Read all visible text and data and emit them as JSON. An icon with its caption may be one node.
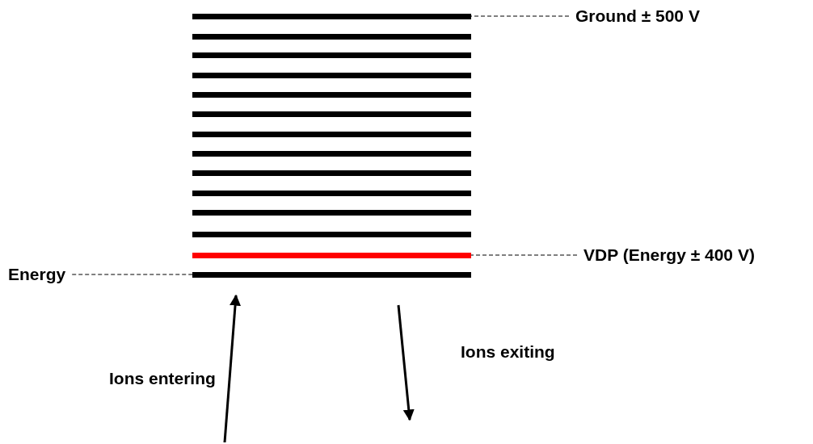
{
  "diagram": {
    "nodes": [
      {
        "text": [],
        "shape": "bar"
      },
      {
        "text": [
          "Ground ± 500 V"
        ]
      },
      {
        "text": [],
        "shape": "bar"
      },
      {
        "text": [
          "VDP (Energy ± 400 V)"
        ]
      },
      {
        "text": [
          "Energy"
        ]
      },
      {
        "text": [],
        "shape": "bar"
      }
    ],
    "edges": [
      {
        "from": 1,
        "to": 0,
        "arrow": "none",
        "style": "dashed"
      },
      {
        "from": 3,
        "to": 2,
        "arrow": "none",
        "style": "dashed"
      },
      {
        "from": 4,
        "to": 5,
        "arrow": "none",
        "style": "dashed"
      }
    ],
    "labels": [
      "Ions exiting",
      "Ions entering"
    ]
  }
}
